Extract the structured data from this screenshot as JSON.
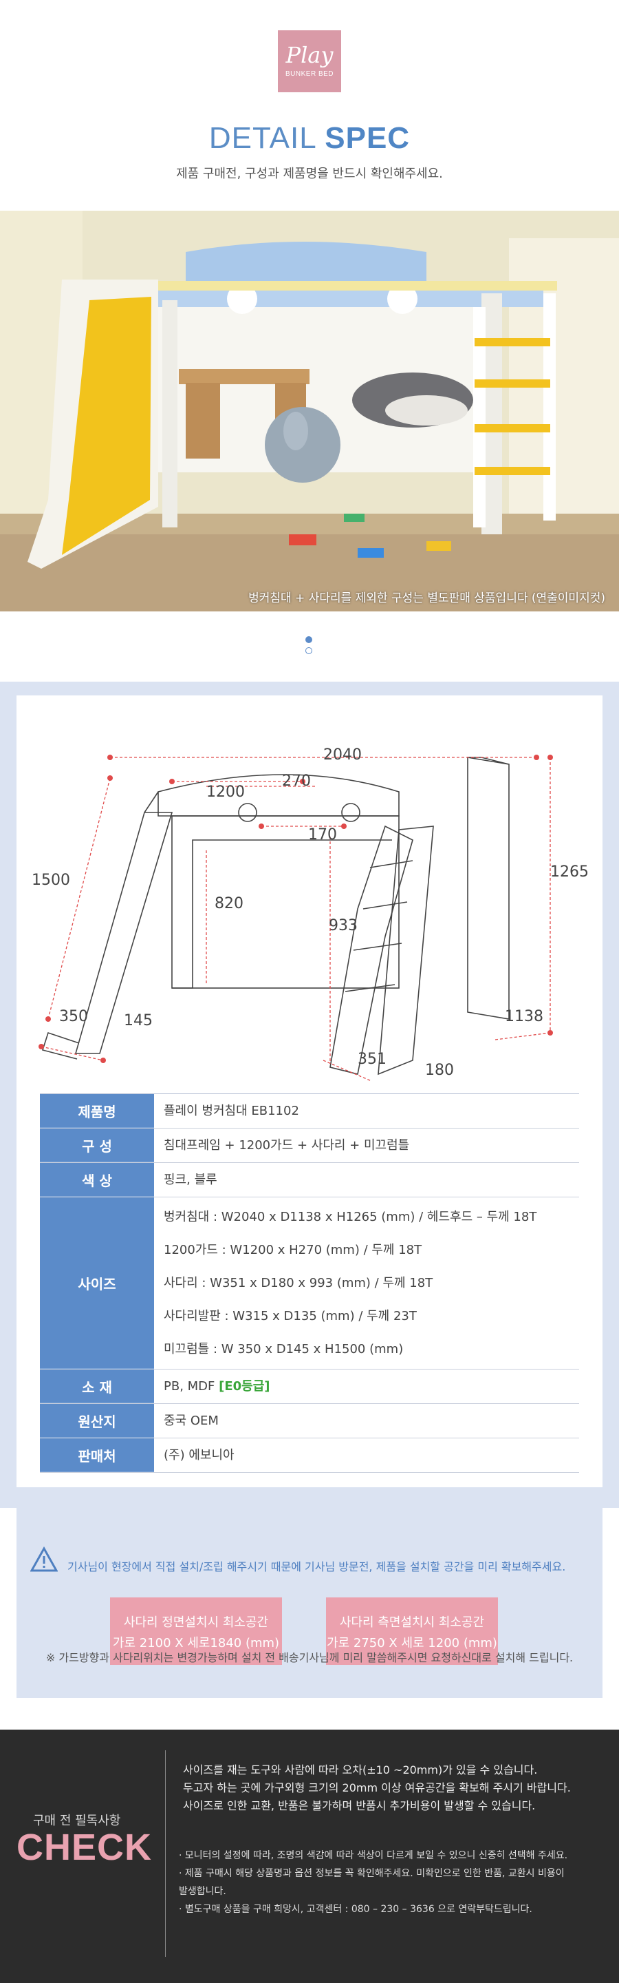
{
  "brand": {
    "logo_main": "Play",
    "logo_sub": "BUNKER BED",
    "color": "#d99aa7"
  },
  "header": {
    "title_light": "DETAIL ",
    "title_bold": "SPEC",
    "subtitle": "제품 구매전, 구성과 제품명을 반드시 확인해주세요."
  },
  "photo": {
    "caption": "벙커침대 + 사다리를 제외한 구성는 별도판매 상품입니다 (연출이미지컷)"
  },
  "diagram": {
    "dims": {
      "w2040": "2040",
      "w1200": "1200",
      "w270": "270",
      "w170": "170",
      "h1500": "1500",
      "h820": "820",
      "h933": "933",
      "h1265": "1265",
      "w350": "350",
      "w145": "145",
      "w351": "351",
      "w180": "180",
      "w1138": "1138"
    }
  },
  "spec": {
    "rows": [
      {
        "label": "제품명",
        "values": [
          "플레이 벙커침대 EB1102"
        ]
      },
      {
        "label": "구 성",
        "values": [
          "침대프레임 + 1200가드 + 사다리 + 미끄럼틀"
        ]
      },
      {
        "label": "색 상",
        "values": [
          "핑크, 블루"
        ]
      },
      {
        "label": "사이즈",
        "values": [
          "벙커침대 : W2040 x D1138 x H1265 (mm) / 헤드후드 – 두께 18T",
          "1200가드 : W1200 x H270 (mm) / 두께 18T",
          "사다리 : W351 x D180 x 993 (mm) / 두께 18T",
          "사다리발판 : W315 x D135 (mm) / 두께 23T",
          "미끄럼틀 : W 350 x D145 x H1500 (mm)"
        ]
      },
      {
        "label": "소 재",
        "values": [
          "PB, MDF "
        ],
        "extra": "[E0등급]"
      },
      {
        "label": "원산지",
        "values": [
          "중국 OEM"
        ]
      },
      {
        "label": "판매처",
        "values": [
          "(주) 에보니아"
        ]
      }
    ]
  },
  "notice": {
    "warning": "기사님이 현장에서 직접 설치/조립 해주시기 때문에 기사님 방문전, 제품을 설치할 공간을 미리 확보해주세요.",
    "front": {
      "title": "사다리 정면설치시 최소공간",
      "size": "가로 2100  X 세로1840 (mm)"
    },
    "side": {
      "title": "사다리 측면설치시 최소공간",
      "size": "가로 2750 X 세로 1200 (mm)"
    },
    "note": "※ 가드방향과 사다리위치는 변경가능하며 설치 전 배송기사님께 미리 말씀해주시면 요청하신대로 설치해 드립니다."
  },
  "check": {
    "small_title": "구매 전 필독사항",
    "big_title": "CHECK",
    "lines": [
      "사이즈를 재는 도구와 사람에 따라 오차(±10 ~20mm)가 있을 수 있습니다.",
      "두고자 하는 곳에 가구외형 크기의 20mm 이상 여유공간을 확보해 주시기 바랍니다.",
      "사이즈로 인한 교환, 반품은 불가하며 반품시 추가비용이 발생할 수 있습니다."
    ],
    "small_lines": [
      "· 모니터의 설정에 따라, 조명의 색감에 따라 색상이 다르게 보일 수 있으니 신중히 선택해 주세요.",
      "· 제품 구매시 해당 상품명과 옵션 정보를 꼭 확인해주세요. 미확인으로 인한 반품, 교환시 비용이",
      "  발생합니다.",
      "· 별도구매 상품을 구매 희망시, 고객센터 : 080 – 230 – 3636 으로 연락부탁드립니다."
    ]
  }
}
